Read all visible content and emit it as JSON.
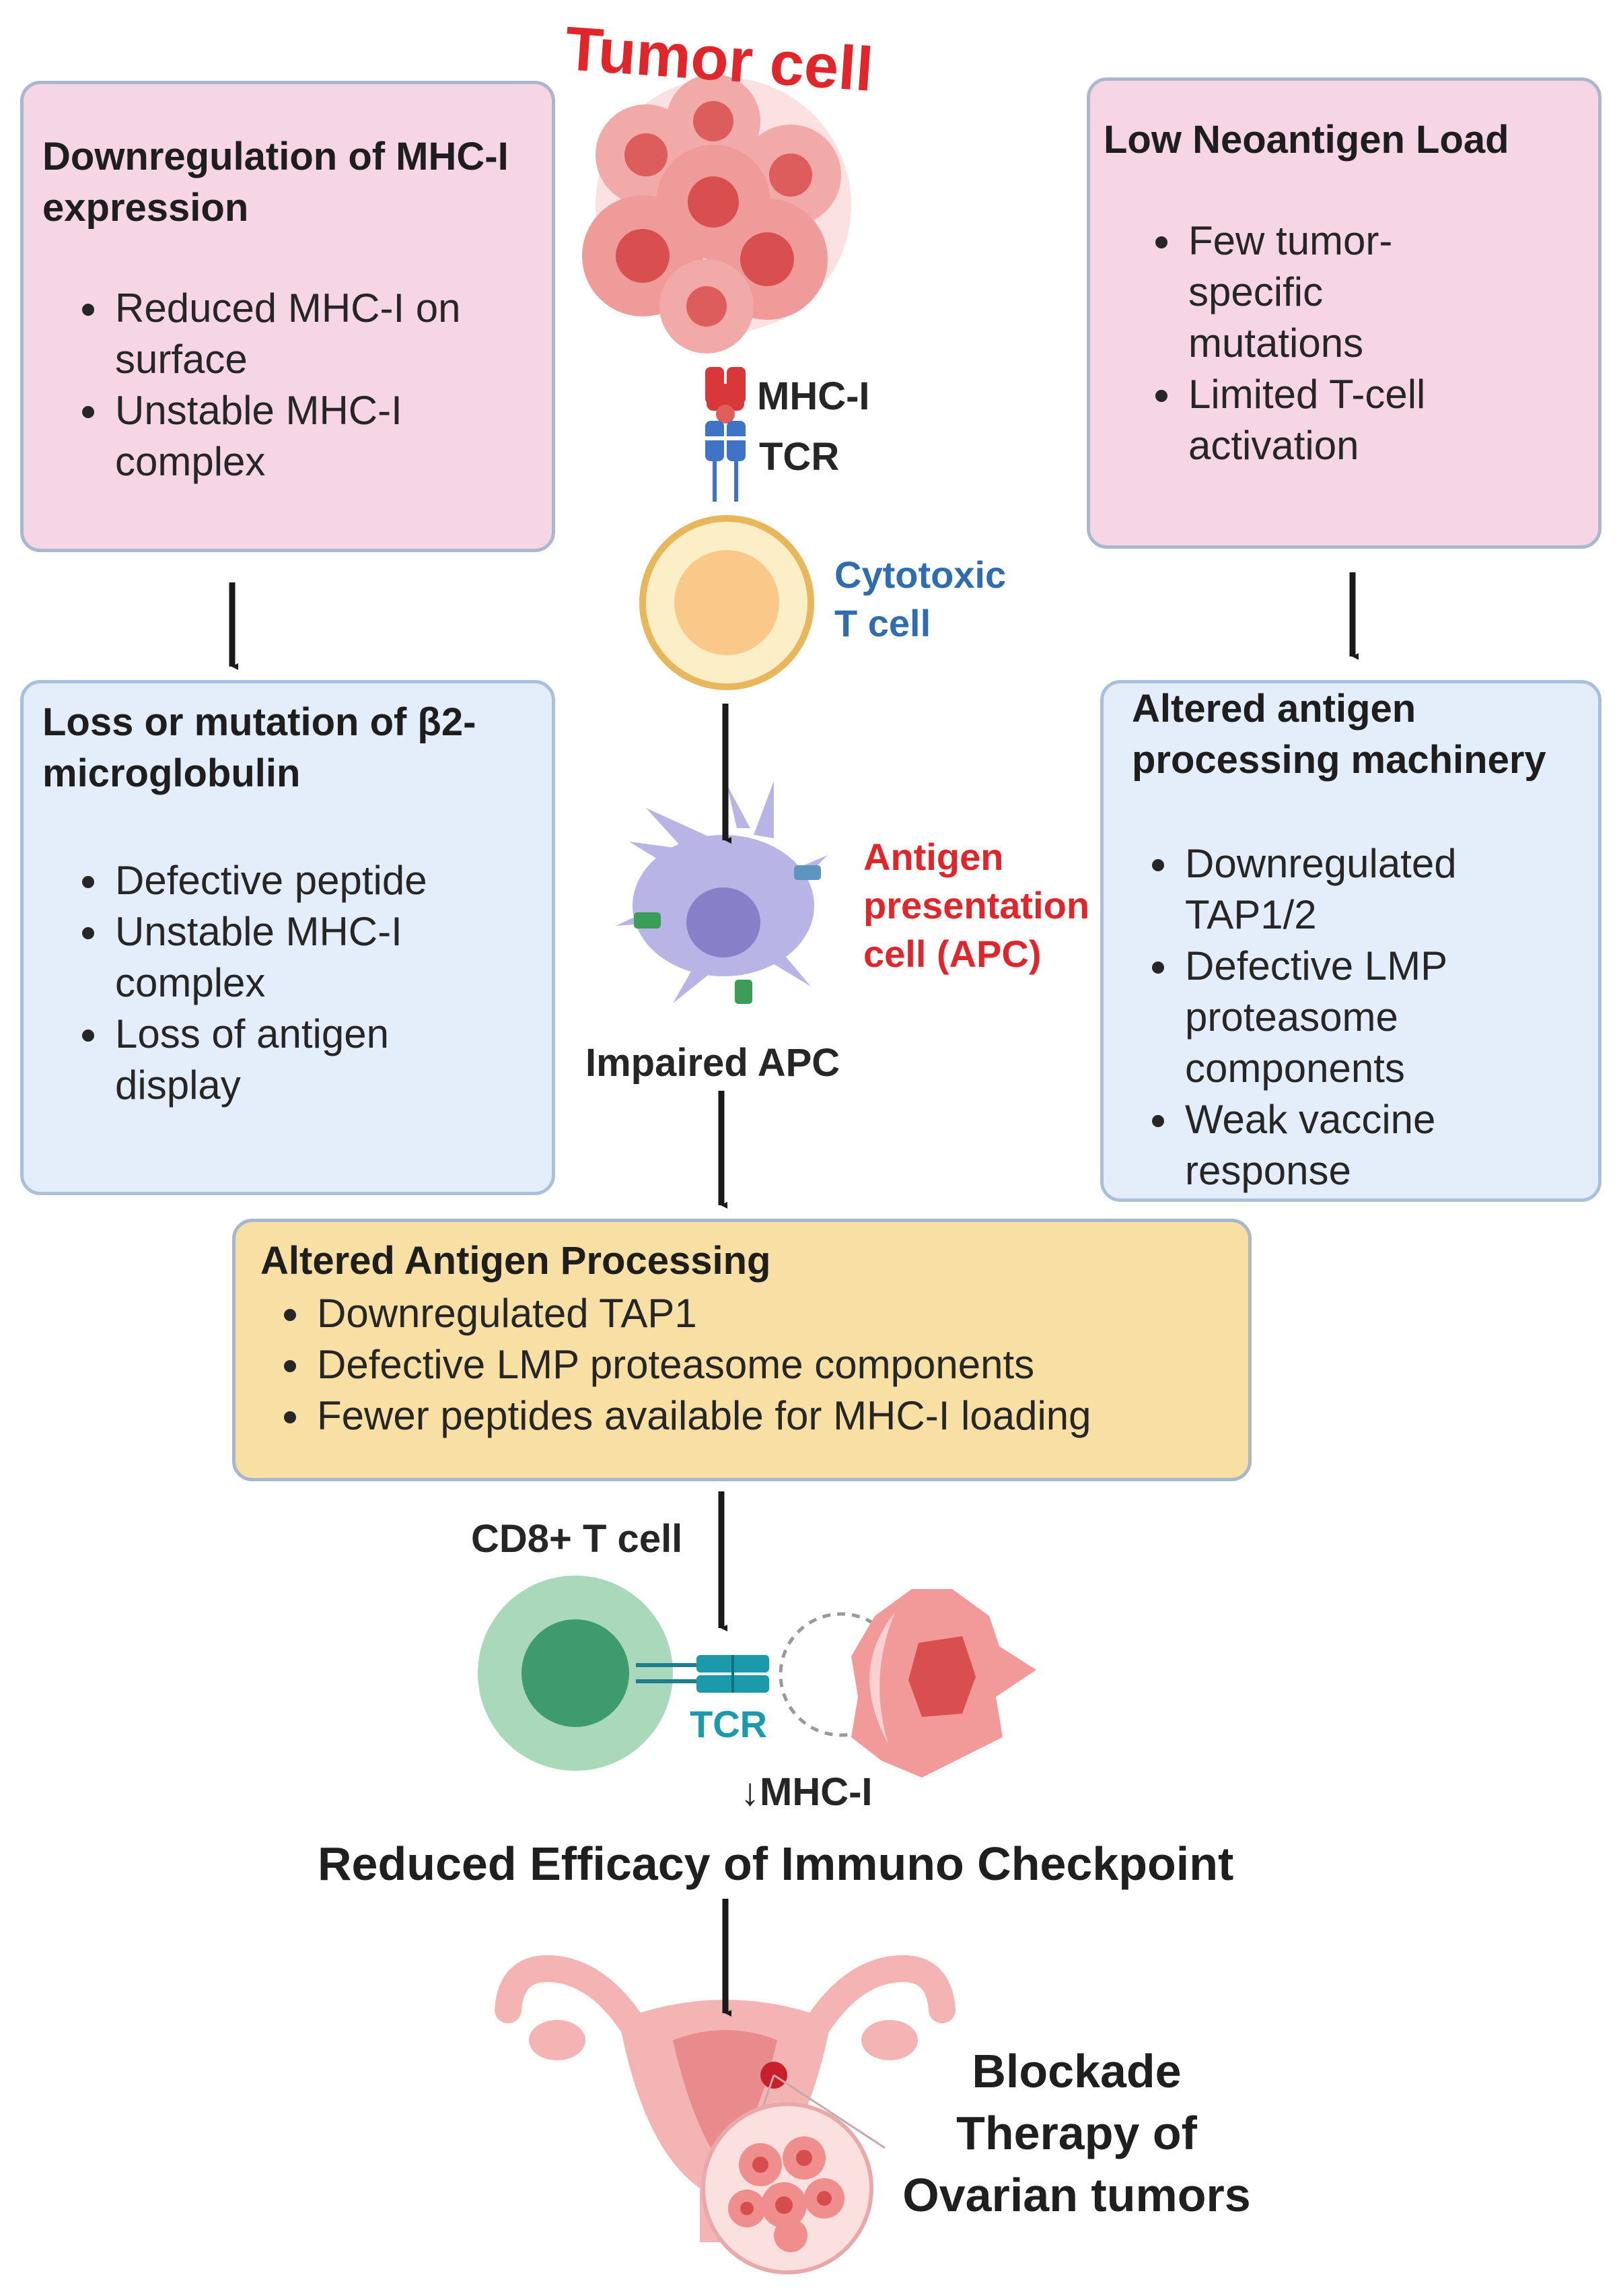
{
  "tumor_cell_label": "Tumor cell",
  "mhc_label": "MHC-I",
  "tcr_label": "TCR",
  "cytotoxic_label": [
    "Cytotoxic",
    "T cell"
  ],
  "apc_label": [
    "Antigen",
    "presentation",
    "cell (APC)"
  ],
  "impaired_apc_label": "Impaired APC",
  "boxes": {
    "mhc_down": {
      "title": [
        "Downregulation of MHC-I",
        "expression"
      ],
      "items": [
        [
          "Reduced MHC-I on",
          "surface"
        ],
        [
          "Unstable MHC-I",
          "complex"
        ]
      ]
    },
    "neoantigen": {
      "title": [
        "Low Neoantigen Load"
      ],
      "items": [
        [
          "Few tumor-",
          "specific",
          "mutations"
        ],
        [
          "Limited T-cell",
          "activation"
        ]
      ]
    },
    "b2m": {
      "title": [
        "Loss or mutation of β2-",
        "microglobulin"
      ],
      "items": [
        [
          "Defective peptide"
        ],
        [
          "Unstable MHC-I",
          "complex"
        ],
        [
          "Loss of antigen",
          "display"
        ]
      ]
    },
    "apm": {
      "title": [
        "Altered antigen",
        "processing machinery"
      ],
      "items": [
        [
          "Downregulated",
          "TAP1/2"
        ],
        [
          "Defective LMP",
          "proteasome",
          "components"
        ],
        [
          "Weak vaccine",
          "response"
        ]
      ]
    },
    "processing": {
      "title": [
        "Altered Antigen Processing"
      ],
      "items": [
        [
          "Downregulated TAP1"
        ],
        [
          "Defective LMP proteasome components"
        ],
        [
          "Fewer peptides available for MHC-I loading"
        ]
      ]
    }
  },
  "cd8_label": "CD8+ T cell",
  "tcr_bottom_label": "TCR",
  "mhc_down_label": "↓MHC-I",
  "reduced_efficacy_label": "Reduced Efficacy of Immuno Checkpoint",
  "blockade_label": [
    "Blockade",
    "Therapy of",
    "Ovarian tumors"
  ],
  "colors": {
    "tumor_red": "#e0262b",
    "cytotoxic_blue": "#2f6db0",
    "apc_red": "#e0262b",
    "tcr_teal": "#1a9aaa"
  }
}
